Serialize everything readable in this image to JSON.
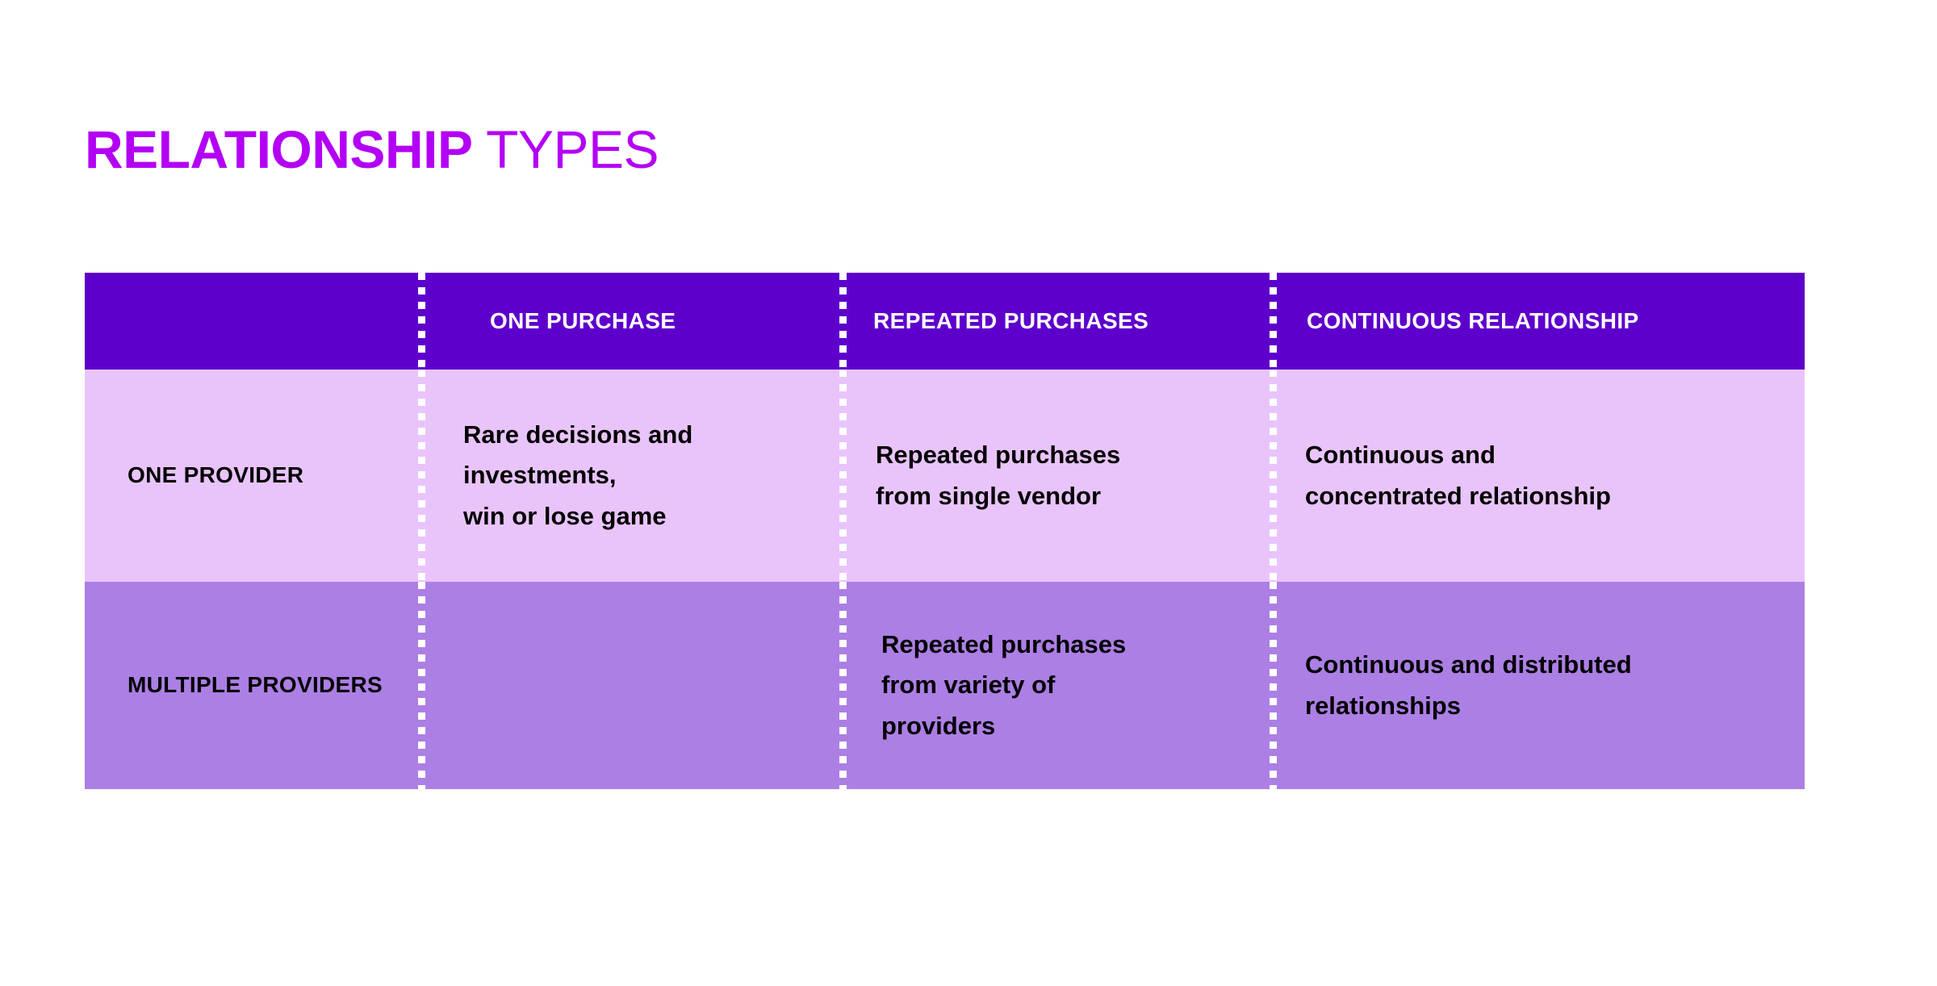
{
  "title": {
    "strong": "RELATIONSHIP",
    "light": " TYPES"
  },
  "colors": {
    "title": "#b300f5",
    "header_bg": "#5e00cc",
    "row1_bg": "#e9c4fb",
    "row2_bg": "#ac7fe4",
    "divider": "#ffffff",
    "text_dark": "#000000",
    "text_light": "#ffffff"
  },
  "matrix": {
    "corner_label": "",
    "columns": [
      "ONE PURCHASE",
      "REPEATED PURCHASES",
      "CONTINUOUS RELATIONSHIP"
    ],
    "rows": [
      {
        "label": "ONE PROVIDER",
        "cells": [
          {
            "lines": [
              "Rare decisions and",
              "investments,",
              "win or lose game"
            ]
          },
          {
            "lines": [
              "Repeated purchases",
              "from single vendor"
            ]
          },
          {
            "lines": [
              "Continuous and",
              "concentrated relationship"
            ]
          }
        ]
      },
      {
        "label_lines": [
          "MULTIPLE",
          "PROVIDERS"
        ],
        "cells": [
          {
            "lines": []
          },
          {
            "lines": [
              "Repeated purchases",
              "from variety of",
              "providers"
            ]
          },
          {
            "lines": [
              "Continuous and distributed",
              "relationships"
            ]
          }
        ]
      }
    ]
  }
}
